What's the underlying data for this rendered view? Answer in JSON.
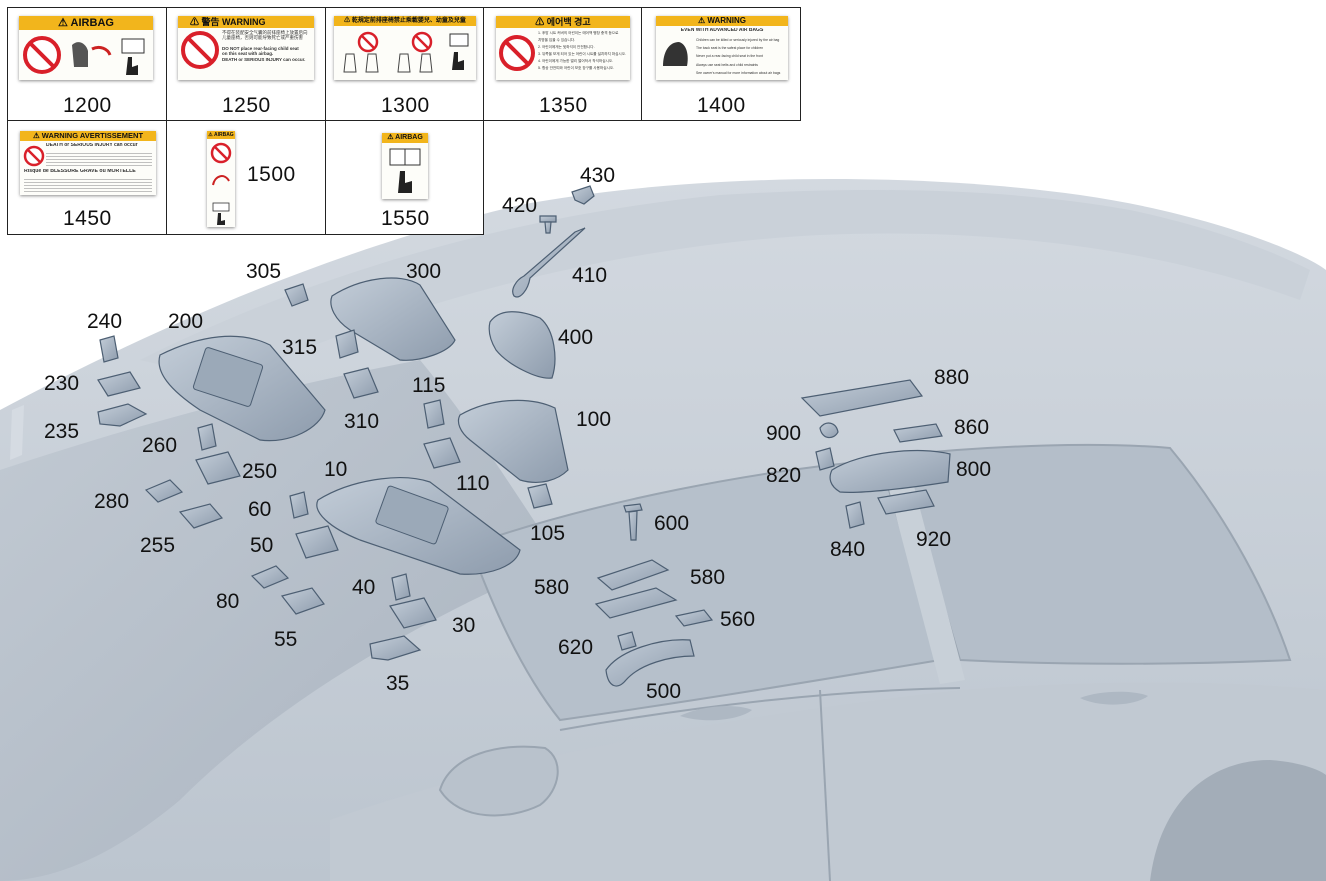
{
  "label_grid": {
    "cells": [
      {
        "code": "1200",
        "head": "⚠ AIRBAG"
      },
      {
        "code": "1250",
        "head": "⚠ 警告  WARNING",
        "lines_cn": [
          "不得在装配安全气囊的前排座椅上放置后向",
          "儿童座椅，否则可能导致死亡或严重伤害"
        ],
        "lines_en": [
          "DO NOT place rear-facing child seat",
          "on this seat with airbag.",
          "DEATH or SERIOUS INJURY can occur."
        ]
      },
      {
        "code": "1300",
        "head": "⚠ 乾規定前排座椅禁止乘載嬰兒、幼童及兒童"
      },
      {
        "code": "1350",
        "head": "⚠ 에어백 경고",
        "lines": [
          "1. 후방 시트 커버의 어린이는 에어백 팽창 충격 등으로",
          "   치명을 입을 수 있습니다.",
          "2. 어린이에게는 뒷좌석이 안전합니다.",
          "3. 뒤쪽을 보게 되어 있는 어린이 시트를 설치하지 마십시오.",
          "4. 어린이에게 가능한 멀리 떨어져서 착석하십시오.",
          "5. 항상 안전띠와 어린이 보호 장구를 사용하십시오."
        ]
      },
      {
        "code": "1400",
        "head": "⚠ WARNING",
        "sub": "EVEN WITH ADVANCED AIR BAGS",
        "bullets": [
          "Children can be killed or seriously injured by the air bag",
          "The back seat is the safest place for children",
          "Never put a rear-facing child seat in the front",
          "Always use seat belts and child restraints",
          "See owner's manual for more information about air bags"
        ]
      },
      {
        "code": "1450",
        "head": "⚠ WARNING  AVERTISSEMENT",
        "l1": "DEATH or SERIOUS INJURY can occur",
        "l2": "Risque de BLESSURE GRAVE ou MORTELLE"
      },
      {
        "code": "1500",
        "head": "⚠ AIRBAG"
      },
      {
        "code": "1550",
        "head": "⚠ AIRBAG"
      }
    ]
  },
  "callouts": [
    "1200",
    "1250",
    "1300",
    "1350",
    "1400",
    "1450",
    "1500",
    "1550",
    "430",
    "420",
    "410",
    "400",
    "305",
    "300",
    "240",
    "200",
    "315",
    "230",
    "115",
    "100",
    "310",
    "235",
    "260",
    "900",
    "880",
    "860",
    "820",
    "800",
    "250",
    "10",
    "110",
    "280",
    "60",
    "840",
    "920",
    "600",
    "255",
    "50",
    "105",
    "580",
    "580",
    "560",
    "40",
    "30",
    "80",
    "55",
    "620",
    "500",
    "35"
  ],
  "colors": {
    "car_body": "#c4ccd5",
    "car_glass": "#b3bdc8",
    "part_fill": "#a9b6c4",
    "part_stroke": "#4d5f73",
    "label_yellow": "#f2b51c",
    "prohibition_red": "#d9202a"
  }
}
